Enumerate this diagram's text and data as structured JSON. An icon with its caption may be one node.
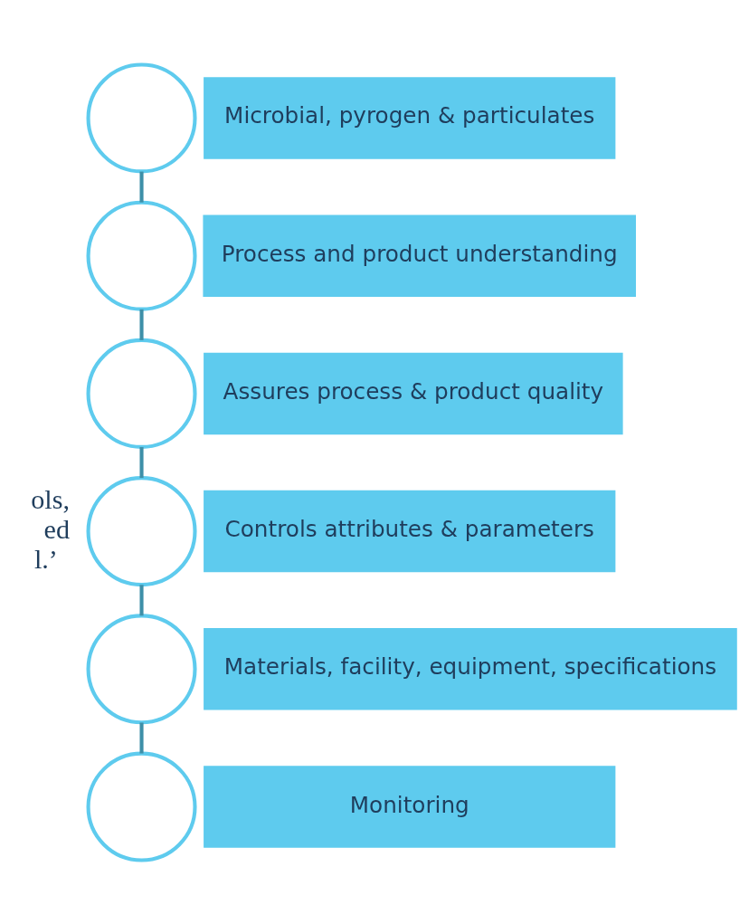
{
  "diagram": {
    "nodes": [
      {
        "text": [],
        "shape": "circle"
      },
      {
        "text": [
          "Microbial, pyrogen & particulates"
        ]
      },
      {
        "text": [],
        "shape": "circle"
      },
      {
        "text": [
          "Process and product understanding"
        ]
      },
      {
        "text": [],
        "shape": "circle"
      },
      {
        "text": [
          "Assures process & product quality"
        ]
      },
      {
        "text": [],
        "shape": "circle"
      },
      {
        "text": [
          "Controls attributes & parameters"
        ]
      },
      {
        "text": [],
        "shape": "circle"
      },
      {
        "text": [
          "Materials, facility, equipment, specifications"
        ]
      },
      {
        "text": [],
        "shape": "circle"
      },
      {
        "text": [
          "Monitoring"
        ]
      }
    ],
    "edges": [
      {
        "from": 0,
        "to": 2,
        "arrow": "none"
      },
      {
        "from": 2,
        "to": 4,
        "arrow": "none"
      },
      {
        "from": 4,
        "to": 6,
        "arrow": "none"
      },
      {
        "from": 6,
        "to": 8,
        "arrow": "none"
      },
      {
        "from": 8,
        "to": 10,
        "arrow": "none"
      }
    ],
    "labels": [
      "ols,",
      "ed",
      "l.’"
    ]
  }
}
